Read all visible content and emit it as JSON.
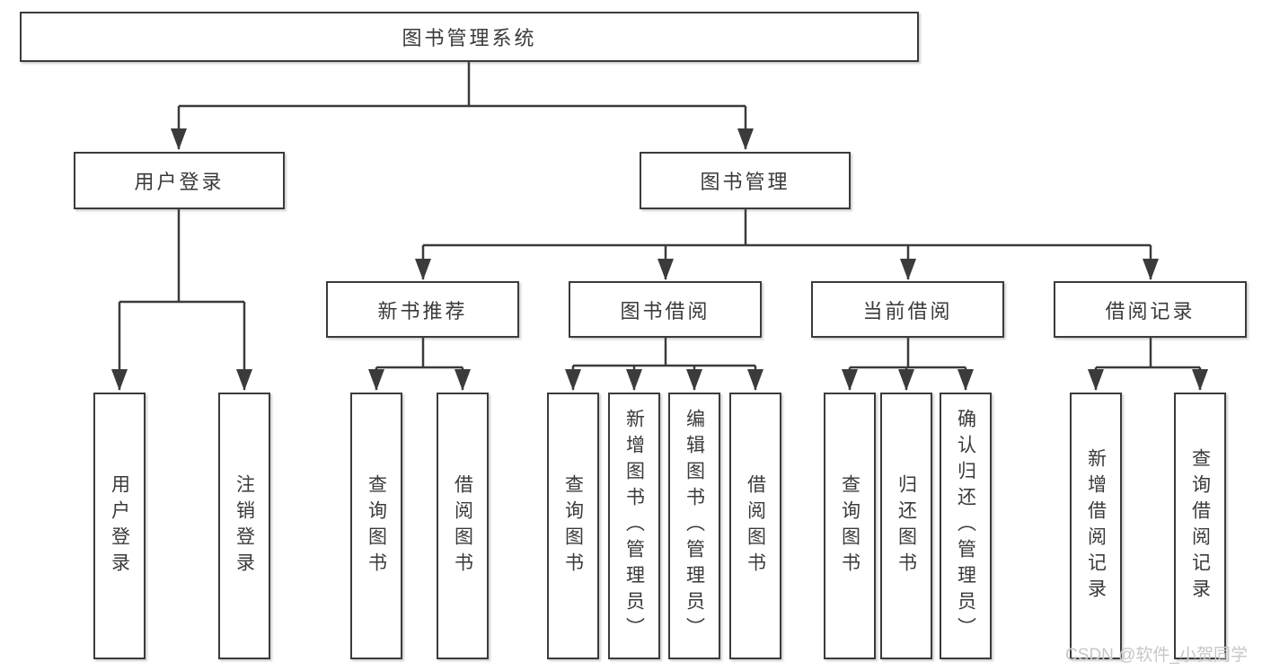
{
  "colors": {
    "line": "#3b3b3b",
    "box_border": "#3b3b3b",
    "text": "#3a3a3a",
    "background": "#ffffff",
    "watermark": "#c7c7c7"
  },
  "nodes": {
    "root": {
      "label": "图书管理系统"
    },
    "level2": [
      {
        "label": "用户登录"
      },
      {
        "label": "图书管理"
      }
    ],
    "level3": [
      {
        "label": "新书推荐"
      },
      {
        "label": "图书借阅"
      },
      {
        "label": "当前借阅"
      },
      {
        "label": "借阅记录"
      }
    ],
    "leaves": {
      "user_login": [
        {
          "label": "用户登录"
        },
        {
          "label": "注销登录"
        }
      ],
      "new_book_recommend": [
        {
          "label": "查询图书"
        },
        {
          "label": "借阅图书"
        }
      ],
      "book_borrow": [
        {
          "label": "查询图书"
        },
        {
          "label": "新增图书（管理员）"
        },
        {
          "label": "编辑图书（管理员）"
        },
        {
          "label": "借阅图书"
        }
      ],
      "current_borrow": [
        {
          "label": "查询图书"
        },
        {
          "label": "归还图书"
        },
        {
          "label": "确认归还（管理员）"
        }
      ],
      "borrow_records": [
        {
          "label": "新增借阅记录"
        },
        {
          "label": "查询借阅记录"
        }
      ]
    }
  },
  "watermark": {
    "text": "CSDN @软件_小贺同学"
  }
}
